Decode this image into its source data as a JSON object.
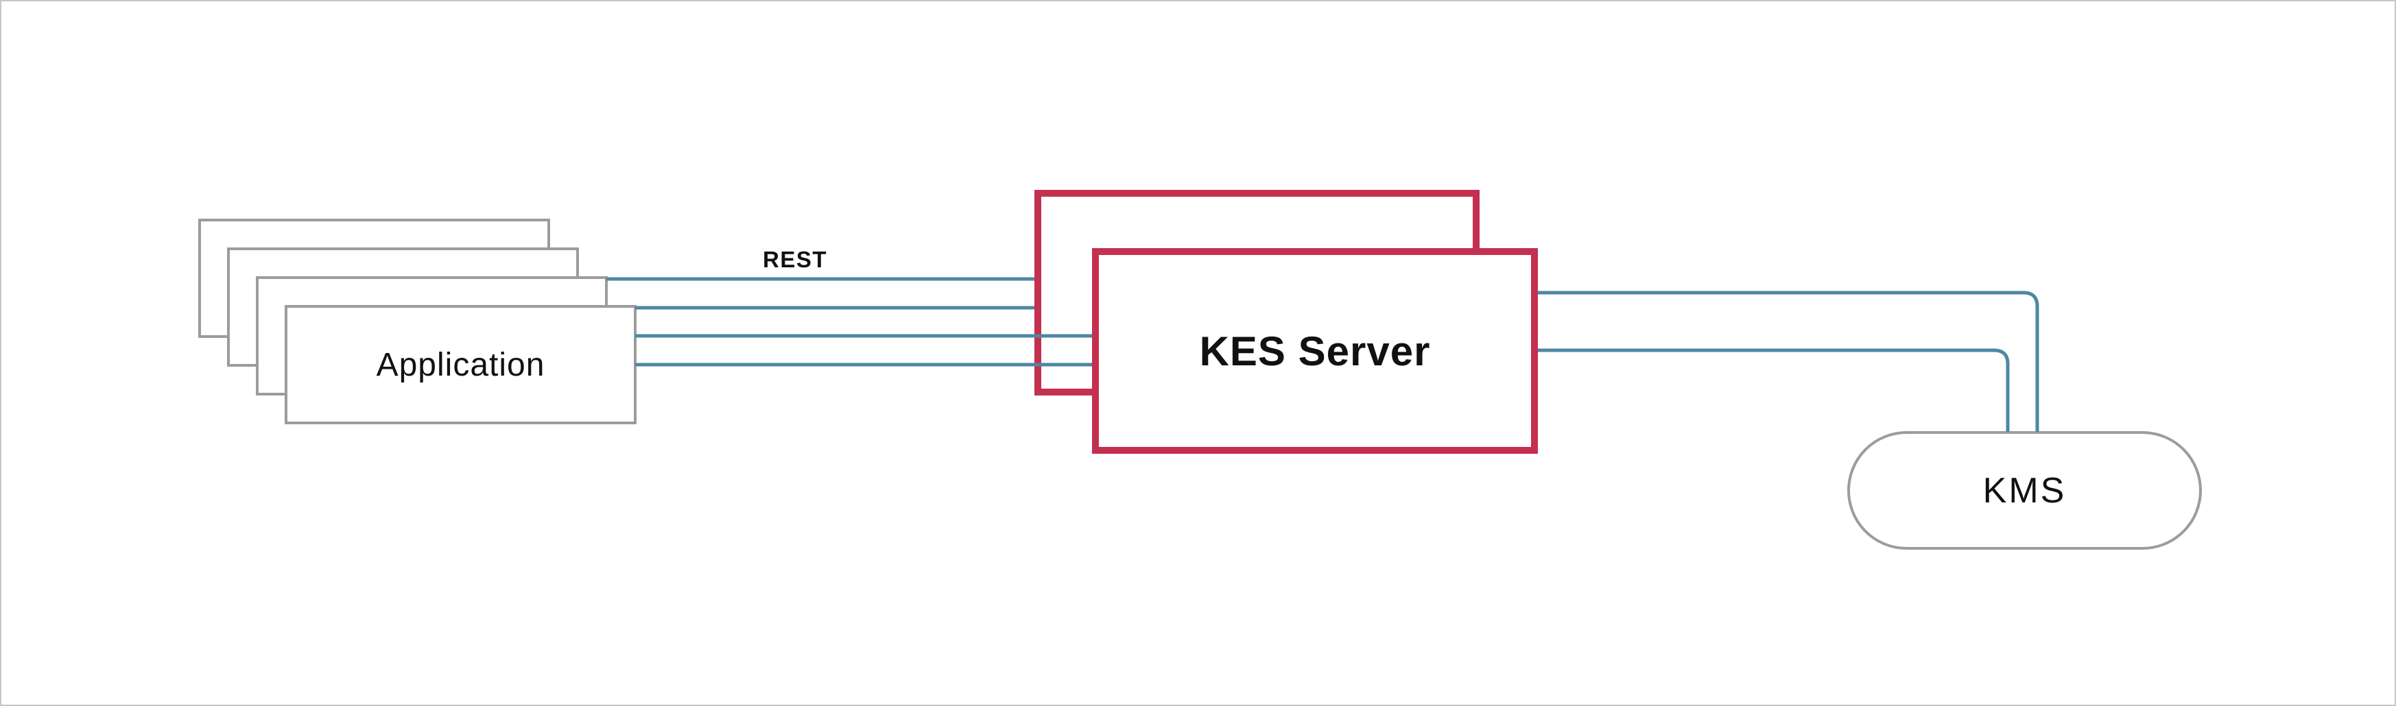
{
  "diagram": {
    "nodes": {
      "application": {
        "label": "Application",
        "instances": 4,
        "shape": "stacked-rectangles"
      },
      "kes_server": {
        "label": "KES Server",
        "instances": 2,
        "shape": "overlapped-rectangles"
      },
      "kms": {
        "label": "KMS",
        "instances": 1,
        "shape": "stadium"
      }
    },
    "edges": [
      {
        "from": "application",
        "to": "kes_server",
        "label": "REST",
        "line_count": 4
      },
      {
        "from": "kes_server",
        "to": "kms",
        "label": "",
        "line_count": 2
      }
    ]
  },
  "colors": {
    "line-blue": "#4e87a3",
    "accent-red": "#c4304f",
    "border-gray": "#9c9c9c",
    "frame-gray": "#c6c6c6",
    "text-black": "#111111",
    "bg-white": "#ffffff"
  }
}
